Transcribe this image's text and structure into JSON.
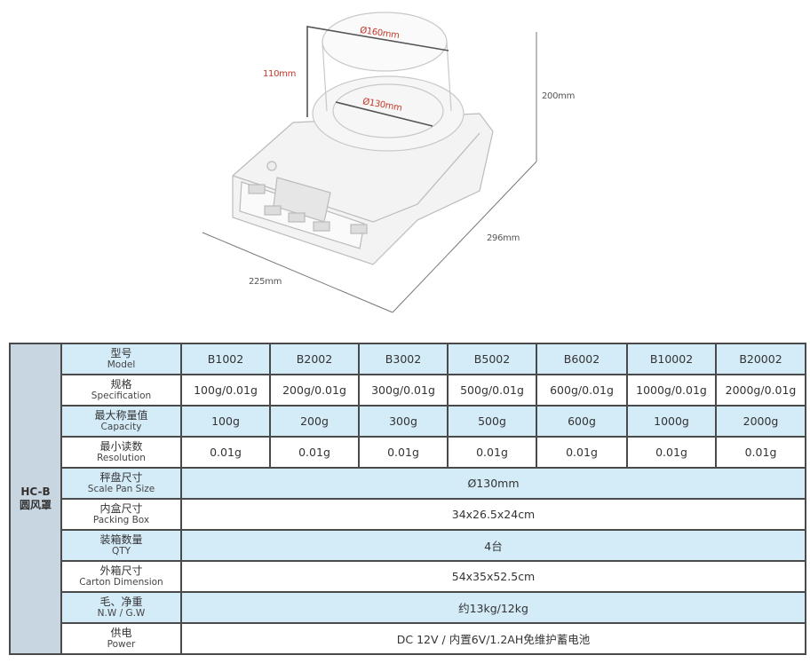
{
  "figure": {
    "dimensions": {
      "lid_diameter": "Ø160mm",
      "pan_diameter": "Ø130mm",
      "shield_height": "110mm",
      "total_height": "200mm",
      "depth": "296mm",
      "width": "225mm"
    },
    "colors": {
      "accent_dimension": "#c0392b",
      "dimension": "#555555"
    }
  },
  "table": {
    "group": {
      "code": "HC-B",
      "name": "圆风罩"
    },
    "rows": [
      {
        "cn": "型号",
        "en": "Model",
        "values": [
          "B1002",
          "B2002",
          "B3002",
          "B5002",
          "B6002",
          "B10002",
          "B20002"
        ]
      },
      {
        "cn": "规格",
        "en": "Specification",
        "values": [
          "100g/0.01g",
          "200g/0.01g",
          "300g/0.01g",
          "500g/0.01g",
          "600g/0.01g",
          "1000g/0.01g",
          "2000g/0.01g"
        ]
      },
      {
        "cn": "最大称量值",
        "en": "Capacity",
        "values": [
          "100g",
          "200g",
          "300g",
          "500g",
          "600g",
          "1000g",
          "2000g"
        ]
      },
      {
        "cn": "最小读数",
        "en": "Resolution",
        "values": [
          "0.01g",
          "0.01g",
          "0.01g",
          "0.01g",
          "0.01g",
          "0.01g",
          "0.01g"
        ]
      },
      {
        "cn": "秤盘尺寸",
        "en": "Scale Pan Size",
        "value": "Ø130mm"
      },
      {
        "cn": "内盒尺寸",
        "en": "Packing Box",
        "value": "34x26.5x24cm"
      },
      {
        "cn": "装箱数量",
        "en": "QTY",
        "value": "4台"
      },
      {
        "cn": "外箱尺寸",
        "en": "Carton Dimension",
        "value": "54x35x52.5cm"
      },
      {
        "cn": "毛、净重",
        "en": "N.W / G.W",
        "value": "约13kg/12kg"
      },
      {
        "cn": "供电",
        "en": "Power",
        "value": "DC 12V  / 内置6V/1.2AH免维护蓄电池"
      }
    ],
    "colors": {
      "row_blue": "#d4ebf8",
      "row_white": "#ffffff",
      "group_cell": "#c8d6e2",
      "border": "#4a4a4a"
    }
  }
}
